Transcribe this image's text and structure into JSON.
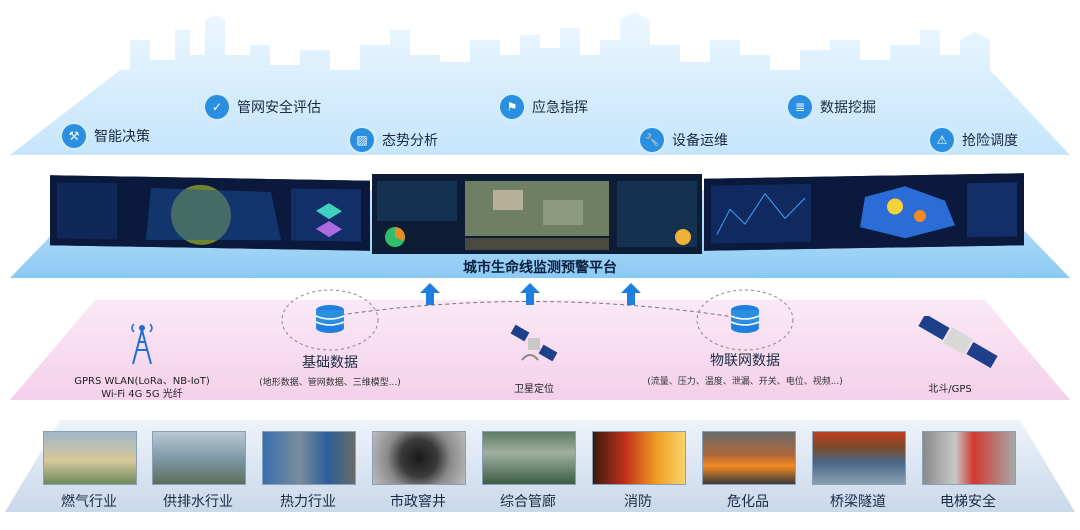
{
  "applications": [
    {
      "label": "智能决策",
      "icon": "gavel-icon"
    },
    {
      "label": "管网安全评估",
      "icon": "shield-check-icon"
    },
    {
      "label": "态势分析",
      "icon": "image-chart-icon"
    },
    {
      "label": "应急指挥",
      "icon": "flag-icon"
    },
    {
      "label": "设备运维",
      "icon": "wrench-icon"
    },
    {
      "label": "数据挖掘",
      "icon": "database-icon"
    },
    {
      "label": "抢险调度",
      "icon": "warning-icon"
    }
  ],
  "platform": {
    "title": "城市生命线监测预警平台"
  },
  "data_sources": {
    "network": {
      "line1": "GPRS WLAN(LoRa、NB-IoT)",
      "line2": "Wi-Fi 4G 5G 光纤"
    },
    "basic": {
      "title": "基础数据",
      "subtitle": "(地形数据、管网数据、三维模型...)"
    },
    "satellite": {
      "label": "卫星定位"
    },
    "iot": {
      "title": "物联网数据",
      "subtitle": "(流量、压力、温度、泄漏、开关、电位、视频...)"
    },
    "beidou": {
      "label": "北斗/GPS"
    }
  },
  "industries": [
    {
      "label": "燃气行业",
      "icon": "gas-pipeline-photo"
    },
    {
      "label": "供排水行业",
      "icon": "water-treatment-photo"
    },
    {
      "label": "热力行业",
      "icon": "heating-valve-photo"
    },
    {
      "label": "市政窨井",
      "icon": "manhole-photo"
    },
    {
      "label": "综合管廊",
      "icon": "utility-tunnel-photo"
    },
    {
      "label": "消防",
      "icon": "firefighting-photo"
    },
    {
      "label": "危化品",
      "icon": "hazardous-chemicals-photo"
    },
    {
      "label": "桥梁隧道",
      "icon": "bridge-tunnel-photo"
    },
    {
      "label": "电梯安全",
      "icon": "elevator-photo"
    }
  ],
  "colors": {
    "accent": "#2a8fe0",
    "platform_band": "#9fd3f7",
    "data_band": "#f7dcef",
    "industry_band": "#dbe6f2",
    "arrow": "#1e7fe0",
    "dashboard_bg": "#0b1a3c"
  }
}
